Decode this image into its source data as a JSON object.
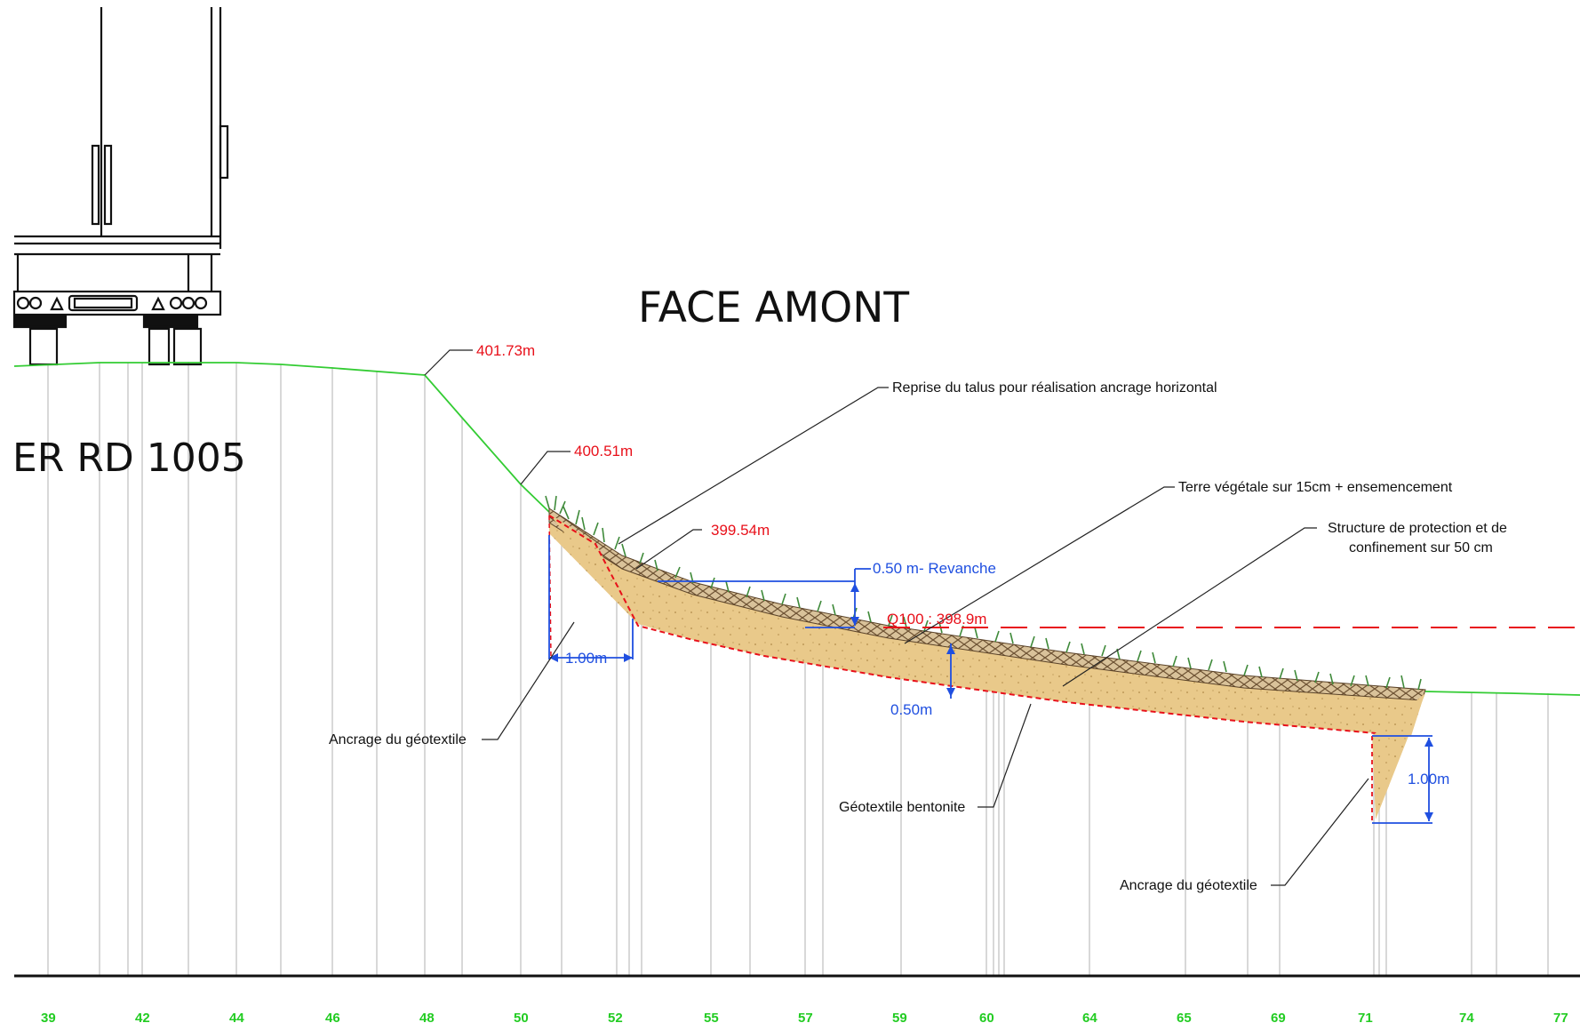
{
  "drawing": {
    "main_title": "FACE AMONT",
    "side_title": "ER RD 1005"
  },
  "elevations": {
    "e1": "401.73m",
    "e2": "400.51m",
    "e3": "399.54m",
    "q100": "Q100 : 398.9m"
  },
  "dimensions": {
    "revanche": "0.50 m- Revanche",
    "anchor_left": "1.00m",
    "layer_depth": "0.50m",
    "anchor_right": "1.00m"
  },
  "callouts": {
    "reprise": "Reprise du talus pour réalisation ancrage horizontal",
    "terre": "Terre végétale sur 15cm + ensemencement",
    "structure_line1": "Structure de protection et de",
    "structure_line2": "confinement sur 50 cm",
    "ancrage_left": "Ancrage du géotextile",
    "geotextile": "Géotextile bentonite",
    "ancrage_right": "Ancrage du géotextile"
  },
  "axis_labels": [
    "39",
    "42",
    "44",
    "46",
    "48",
    "50",
    "52",
    "55",
    "57",
    "59",
    "60",
    "64",
    "65",
    "69",
    "71",
    "74",
    "77"
  ],
  "colors": {
    "terrain": "#33cc33",
    "elevation_text": "#e8101a",
    "dimension": "#1f4fe0",
    "flood_line": "#e8101a",
    "fill_layer": "#e6c47a",
    "brick_layer": "#8a6a45",
    "vegetation": "#3f8a3a",
    "axis_text": "#22cc22"
  }
}
